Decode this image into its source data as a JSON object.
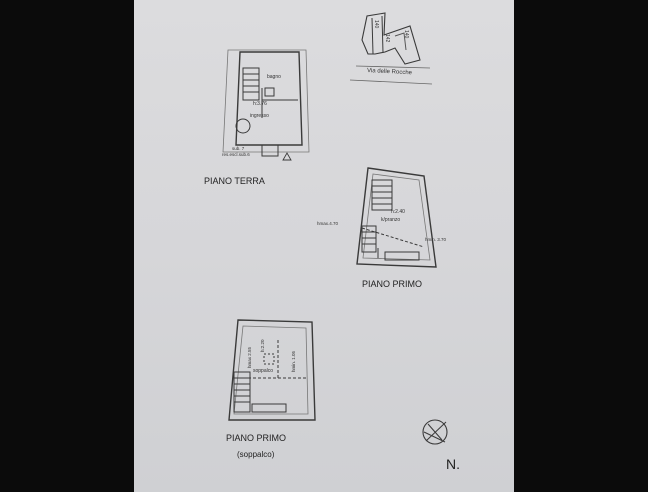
{
  "labels": {
    "piano_terra": "PIANO TERRA",
    "piano_primo": "PIANO PRIMO",
    "piano_primo_soppalco": "PIANO PRIMO",
    "soppalco_paren": "(soppalco)",
    "north": "N."
  },
  "rooms": {
    "bagno": "bagno",
    "h_terra": "h:3.76",
    "ingresso": "ingresso",
    "sub": "sub. 7",
    "res_escl": "res.escl.sub.6",
    "h_primo": "h:2.40",
    "pranzo": "k/pranzo",
    "hmax": "hmax.4.70",
    "hmin": "hmin. 3.70",
    "hmax_sopp": "hmax 2.55",
    "h_sopp": "h:2.20",
    "soppalco": "soppalco",
    "hmin_sopp": "hmin. 1.05"
  },
  "street": {
    "name": "Via delle Rocche",
    "n1": "140",
    "n2": "142",
    "n3": "140"
  }
}
